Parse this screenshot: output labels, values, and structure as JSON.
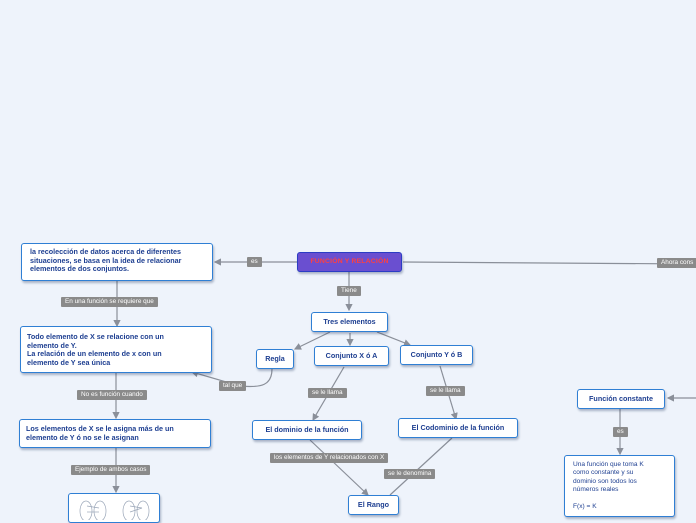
{
  "central": {
    "label": "FUNCIÓN Y RELACIÓN"
  },
  "nodes": {
    "recoleccion": {
      "lines": [
        "la recolección de datos acerca de diferentes",
        "situaciones, se basa en la idea de relacionar",
        "elementos de dos conjuntos."
      ]
    },
    "todo_elemento": {
      "lines": [
        "Todo elemento de X se relacione con un",
        "elemento de Y.",
        "La relación de un elemento de x con un",
        "elemento de Y sea única"
      ]
    },
    "los_elementos": {
      "lines": [
        "Los elementos de X se le asigna más de un",
        "elemento de Y ó no se le asignan"
      ]
    },
    "tres_elementos": {
      "label": "Tres elementos"
    },
    "regla": {
      "label": "Regla"
    },
    "conjunto_x": {
      "label": "Conjunto X ó A"
    },
    "conjunto_y": {
      "label": "Conjunto Y ó B"
    },
    "dominio": {
      "label": "El dominio de la función"
    },
    "codominio": {
      "label": "El Codominio de la función"
    },
    "rango": {
      "label": "El Rango"
    },
    "funcion_constante": {
      "label": "Función constante"
    },
    "constante_desc": {
      "lines": [
        "Una función que toma K",
        "como constante y su",
        "dominio son todos los",
        "números reales"
      ],
      "formula": "F(x) = K"
    }
  },
  "labels": {
    "es_left": "es",
    "tiene": "Tiene",
    "ahora": "Ahora cons",
    "requiere": "En una función se requiere que",
    "no_es": "No es función cuando",
    "ejemplo": "Ejemplo de ambos casos",
    "tal_que": "tal que",
    "se_le_llama_1": "se le llama",
    "se_le_llama_2": "se le llama",
    "relacionados": "los elementos de Y relacionados con X",
    "denomina": "se le denomina",
    "es_right": "es"
  },
  "colors": {
    "background": "#eef3fb",
    "node_border": "#2f7fd4",
    "node_text": "#1e3f91",
    "central_fill": "#6a4fd0",
    "central_text": "#ff4040",
    "label_fill": "#8a8a8a",
    "connector": "#8a8f99"
  }
}
